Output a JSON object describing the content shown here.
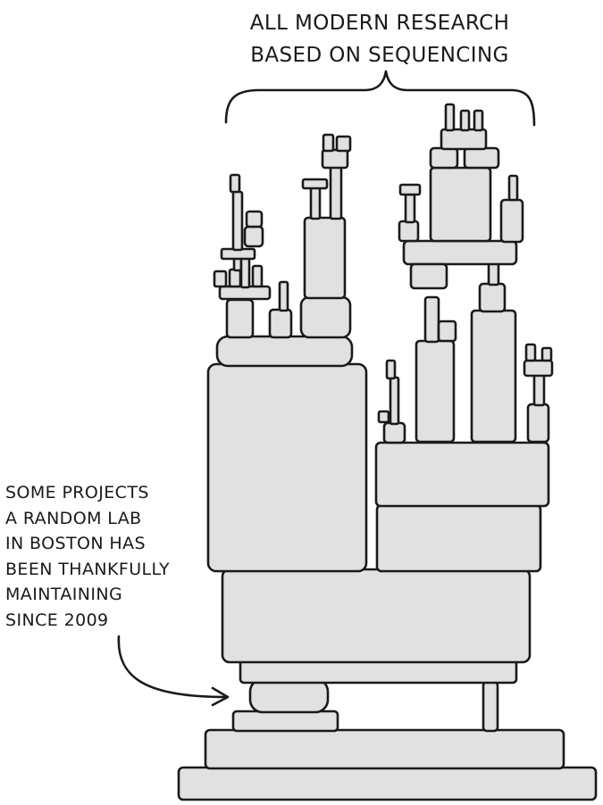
{
  "title": {
    "line1": "ALL MODERN RESEARCH",
    "line2": "BASED ON SEQUENCING"
  },
  "annotation": {
    "lines": [
      "SOME PROJECTS",
      "A RANDOM LAB",
      "IN BOSTON HAS",
      "BEEN THANKFULLY",
      "MAINTAINING",
      "SINCE 2009"
    ]
  },
  "colors": {
    "block_fill": "#e1e1e1",
    "ink": "#1a1a1a",
    "background": "#ffffff"
  }
}
